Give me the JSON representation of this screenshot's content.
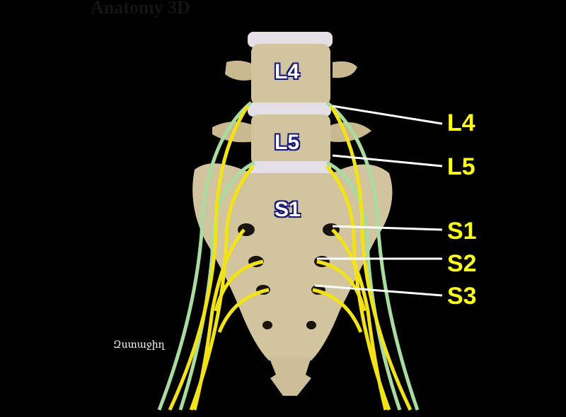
{
  "watermark": "Anatomy 3D",
  "vertebra_labels": [
    "L4",
    "L5",
    "S1"
  ],
  "nerve_labels": [
    "L4",
    "L5",
    "S1",
    "S2",
    "S3"
  ],
  "caption": "Զստաջիղ",
  "colors": {
    "bone": "#d3c4a0",
    "disc": "#e4dfe6",
    "nerve_yellow": "#f2e21a",
    "nerve_green": "#a8dca0",
    "label_yellow": "#ffff1a"
  }
}
